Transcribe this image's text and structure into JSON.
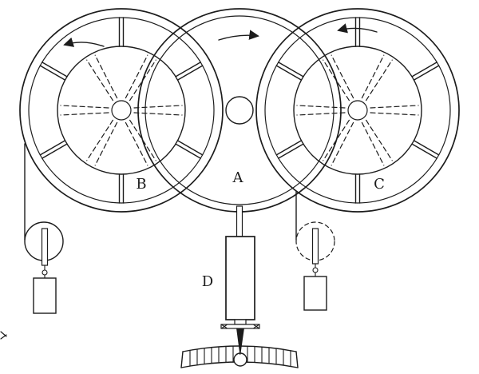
{
  "figure": {
    "type": "technical-line-diagram",
    "description": "Apparatus with three wheels, belt pulleys with hanging weights, central cylinder and graduated arc scale with pointer",
    "wheels": {
      "left": {
        "label": "B",
        "rotation": "counter-clockwise"
      },
      "center": {
        "label": "A",
        "rotation": "clockwise"
      },
      "right": {
        "label": "C",
        "rotation": "counter-clockwise"
      }
    },
    "cylinder": {
      "label": "D"
    },
    "rotation_arrows": {
      "left": "arrow-left",
      "center": "arrow-right",
      "right": "arrow-left"
    },
    "colors": {
      "ink": "#1c1c1c",
      "background": "#ffffff"
    }
  }
}
